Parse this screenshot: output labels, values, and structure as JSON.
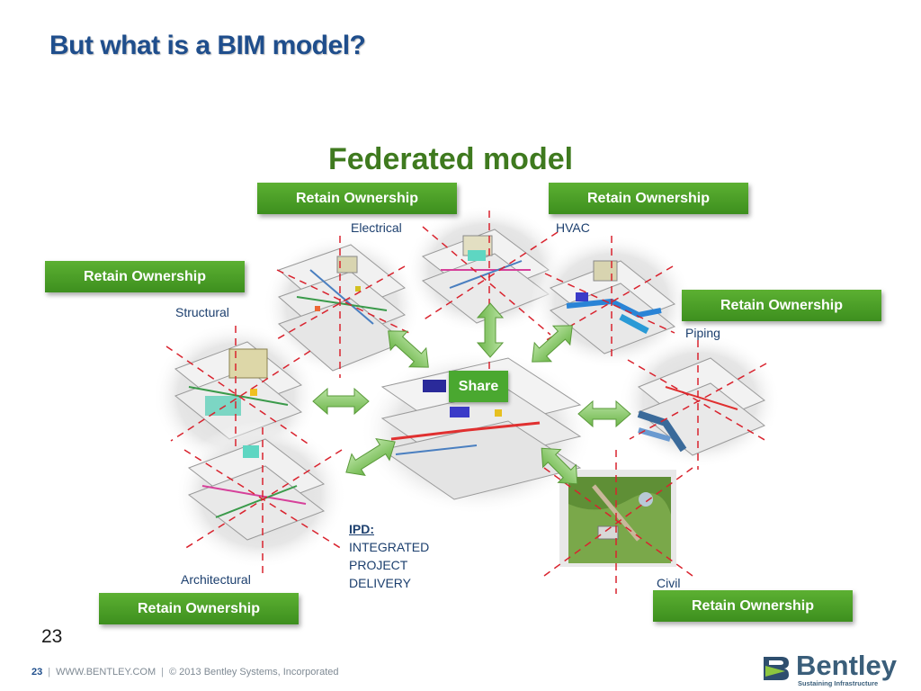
{
  "slide": {
    "title": "But what is a BIM model?",
    "federated_title": "Federated model",
    "retain_label": "Retain Ownership",
    "share_label": "Share",
    "disciplines": {
      "electrical": "Electrical",
      "hvac": "HVAC",
      "structural": "Structural",
      "piping": "Piping",
      "architectural": "Architectural",
      "civil": "Civil"
    },
    "ipd": {
      "heading": "IPD:",
      "line1": "INTEGRATED",
      "line2": "PROJECT",
      "line3": "DELIVERY"
    },
    "page_number": "23"
  },
  "footer": {
    "page": "23",
    "website": "WWW.BENTLEY.COM",
    "copyright": "© 2013 Bentley Systems, Incorporated"
  },
  "logo": {
    "name": "Bentley",
    "tagline": "Sustaining Infrastructure"
  },
  "colors": {
    "title_blue": "#1f4e8c",
    "fed_green": "#3f7a1f",
    "button_green": "#4aa830",
    "arrow_green": "#7cc35a",
    "axis_red": "#d9232e"
  }
}
